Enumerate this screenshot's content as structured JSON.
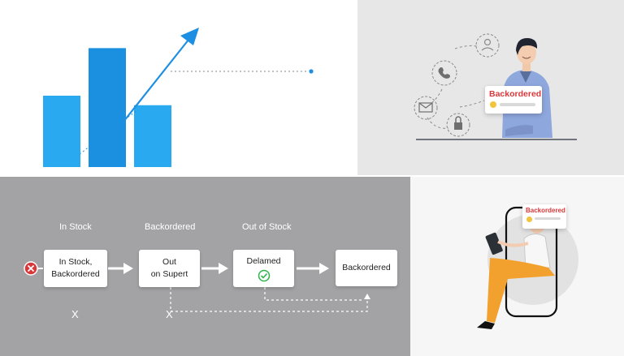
{
  "chart_data": {
    "type": "bar",
    "categories": [
      "",
      "",
      ""
    ],
    "values": [
      3,
      5,
      2.6
    ],
    "ylim": [
      0,
      6
    ],
    "grid": false,
    "trend_arrow": "up-right"
  },
  "person_panel": {
    "badge_text": "Backordered",
    "icons": [
      "user-icon",
      "phone-icon",
      "mail-icon",
      "lock-icon"
    ]
  },
  "flow": {
    "headers": [
      "In Stock",
      "Backordered",
      "Out of Stock"
    ],
    "boxes": [
      {
        "line1": "In Stock,",
        "line2": "Backordered"
      },
      {
        "line1": "Out",
        "line2": "on Supert"
      },
      {
        "line1": "Delamed",
        "line2": ""
      },
      {
        "line1": "Backordered",
        "line2": ""
      }
    ],
    "marks": [
      "X",
      "X"
    ]
  },
  "phone_panel": {
    "badge_text": "Backordered"
  },
  "colors": {
    "bar": "#29a9f0",
    "bar_dark": "#1b90e0",
    "arrow": "#1d8fe3",
    "status_red": "#d8383a",
    "check_green": "#2fb24c"
  }
}
